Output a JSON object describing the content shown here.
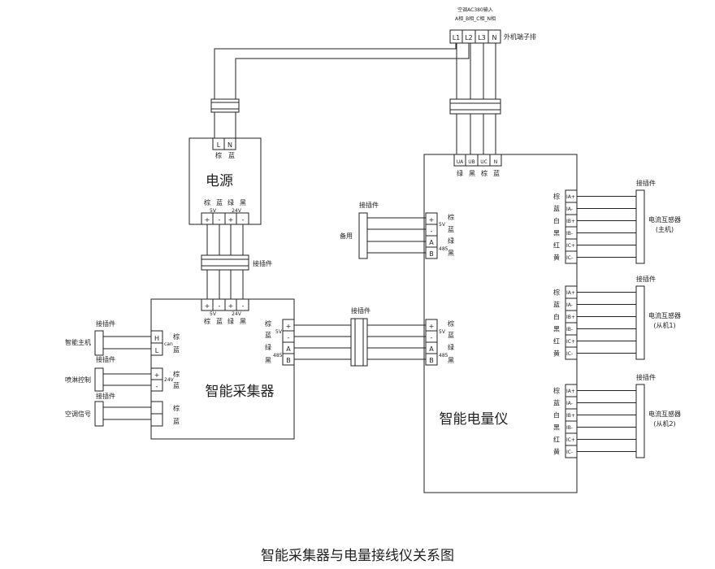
{
  "ac_input": {
    "line1": "空调AC380输入",
    "line2": "A相_B相_C相_N相",
    "terminals": [
      "L1",
      "L2",
      "L3",
      "N"
    ],
    "label": "外机端子排"
  },
  "power": {
    "title": "电源",
    "in_terminals": [
      "L",
      "N"
    ],
    "in_colors": [
      "棕",
      "蓝"
    ],
    "out_colors": [
      "棕",
      "蓝",
      "绿",
      "黑"
    ],
    "v5": "5V",
    "v24": "24V",
    "out_terminals": [
      "+",
      "-",
      "+",
      "-"
    ]
  },
  "collector": {
    "title": "智能采集器",
    "top_terminals": [
      "+",
      "-",
      "+",
      "-"
    ],
    "v5": "5V",
    "v24": "24V",
    "top_colors": [
      "棕",
      "蓝",
      "绿",
      "黑"
    ],
    "left_groups": [
      {
        "name": "智能主机",
        "connector": "接插件",
        "terminals": [
          "H",
          "L"
        ],
        "tag": "can",
        "colors": [
          "棕",
          "蓝"
        ]
      },
      {
        "name": "喷淋控制",
        "connector": "接插件",
        "terminals": [
          "+",
          "-"
        ],
        "tag": "24V",
        "colors": [
          "棕",
          "蓝"
        ]
      },
      {
        "name": "空调信号",
        "connector": "接插件",
        "terminals": [
          "",
          ""
        ],
        "tag": "",
        "colors": [
          "棕",
          "蓝"
        ]
      }
    ],
    "right_terminals": [
      "+",
      "-",
      "A",
      "B"
    ],
    "right_colors": [
      "棕",
      "蓝",
      "绿",
      "黑"
    ],
    "tag_5v": "5V",
    "tag_485": "485"
  },
  "meter": {
    "title": "智能电量仪",
    "top_terminals": [
      "UA",
      "UB",
      "UC",
      "N"
    ],
    "top_colors": [
      "绿",
      "黑",
      "棕",
      "蓝"
    ],
    "left_upper_terminals": [
      "+",
      "-",
      "A",
      "B"
    ],
    "left_upper_colors": [
      "棕",
      "蓝",
      "绿",
      "黑"
    ],
    "left_lower_terminals": [
      "+",
      "-",
      "A",
      "B"
    ],
    "left_lower_colors": [
      "棕",
      "蓝",
      "绿",
      "黑"
    ],
    "tag_5v": "5V",
    "tag_485": "485",
    "ct_terminals": [
      "IA+",
      "IA-",
      "IB+",
      "IB-",
      "IC+",
      "IC-"
    ],
    "ct_colors": [
      "棕",
      "蓝",
      "白",
      "黑",
      "红",
      "黄"
    ]
  },
  "spare": {
    "name": "备用",
    "connector": "接插件"
  },
  "connectors": {
    "power_to_collector": "接插件",
    "collector_to_meter": "接插件"
  },
  "sensors": [
    {
      "name": "电流互感器",
      "sub": "(主机)",
      "connector": "接插件"
    },
    {
      "name": "电流互感器",
      "sub": "(从机1)",
      "connector": "接插件"
    },
    {
      "name": "电流互感器",
      "sub": "(从机2)",
      "connector": "接插件"
    }
  ],
  "caption": "智能采集器与电量接线仪关系图"
}
